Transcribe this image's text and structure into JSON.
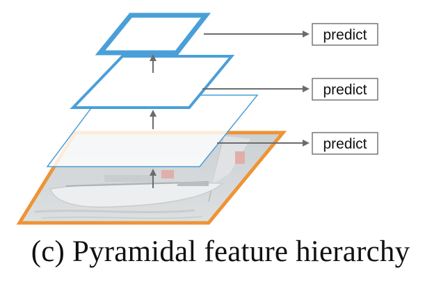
{
  "caption": "(c) Pyramidal feature hierarchy",
  "predict_labels": [
    "predict",
    "predict",
    "predict"
  ],
  "colors": {
    "image_border": "#ee9435",
    "feature_border": "#4a9fd8",
    "arrow": "#6b6b6b",
    "label_border": "#777777",
    "text": "#111111"
  },
  "icons": {
    "input_image": "sailboat-photo",
    "arrow": "arrow-icon"
  }
}
